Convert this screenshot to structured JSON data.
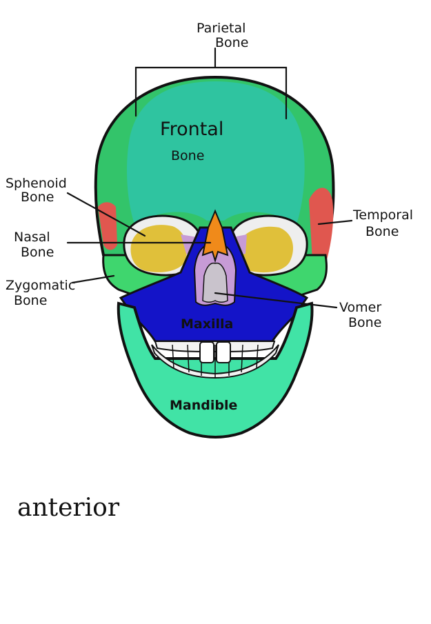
{
  "labels": {
    "parietal": [
      "Parietal",
      "Bone"
    ],
    "frontal": [
      "Frontal",
      "Bone"
    ],
    "sphenoid": [
      "Sphenoid",
      "Bone"
    ],
    "nasal": [
      "Nasal",
      "Bone"
    ],
    "zygomatic": [
      "Zygomatic",
      "Bone"
    ],
    "temporal": [
      "Temporal",
      "Bone"
    ],
    "vomer": [
      "Vomer",
      "Bone"
    ],
    "maxilla": "Maxilla",
    "mandible": "Mandible",
    "view": "anterior"
  },
  "colors": {
    "frontal": "#2fc4a0",
    "parietal": "#33c46a",
    "zygomatic": "#3fd66e",
    "temporal": "#e0574f",
    "sphenoid": "#e0c03a",
    "nasal": "#f08a1a",
    "maxilla": "#1414c8",
    "mandible": "#41e3a6",
    "vomer": "#c9c3cc",
    "ethmoid": "#c79bd6",
    "teeth": "#f2f2f2",
    "outline": "#111111"
  }
}
